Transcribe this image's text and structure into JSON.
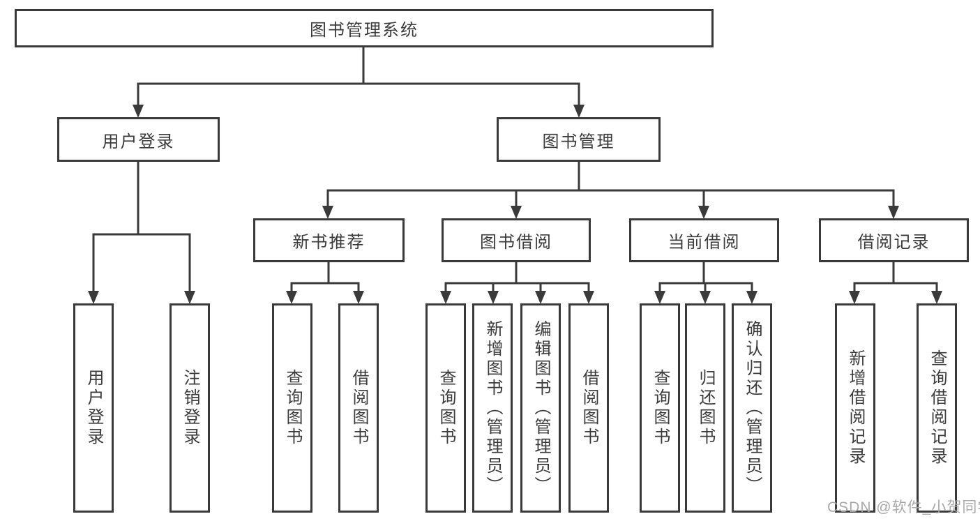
{
  "diagram": {
    "type": "tree",
    "colors": {
      "line": "#3a3a3a",
      "box_border": "#3a3a3a",
      "box_fill": "#ffffff",
      "text": "#3b3b3b",
      "background": "#ffffff",
      "watermark": "#a9a9a9"
    },
    "nodes": {
      "root": {
        "label": "图书管理系统"
      },
      "level2": [
        {
          "label": "用户登录"
        },
        {
          "label": "图书管理"
        }
      ],
      "level3": [
        {
          "label": "新书推荐",
          "parent": "图书管理"
        },
        {
          "label": "图书借阅",
          "parent": "图书管理"
        },
        {
          "label": "当前借阅",
          "parent": "图书管理"
        },
        {
          "label": "借阅记录",
          "parent": "图书管理"
        }
      ],
      "leaves": [
        {
          "label": "用户登录",
          "parent": "用户登录"
        },
        {
          "label": "注销登录",
          "parent": "用户登录"
        },
        {
          "label": "查询图书",
          "parent": "新书推荐"
        },
        {
          "label": "借阅图书",
          "parent": "新书推荐"
        },
        {
          "label": "查询图书",
          "parent": "图书借阅"
        },
        {
          "label": "新增图书（管理员）",
          "parent": "图书借阅"
        },
        {
          "label": "编辑图书（管理员）",
          "parent": "图书借阅"
        },
        {
          "label": "借阅图书",
          "parent": "图书借阅"
        },
        {
          "label": "查询图书",
          "parent": "当前借阅"
        },
        {
          "label": "归还图书",
          "parent": "当前借阅"
        },
        {
          "label": "确认归还（管理员）",
          "parent": "当前借阅"
        },
        {
          "label": "新增借阅记录",
          "parent": "借阅记录"
        },
        {
          "label": "查询借阅记录",
          "parent": "借阅记录"
        }
      ]
    }
  },
  "watermark": {
    "text": "CSDN @软件_小贺同学"
  }
}
